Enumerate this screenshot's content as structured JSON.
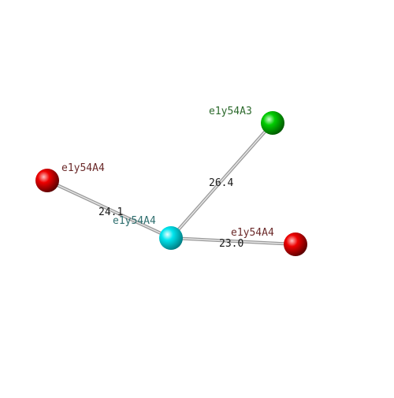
{
  "diagram": {
    "nodes": [
      {
        "id": "center",
        "label": "e1y54A4",
        "color": "#00e5ee",
        "label_color": "#2f6f6f"
      },
      {
        "id": "green",
        "label": "e1y54A3",
        "color": "#00cc00",
        "label_color": "#2d6a2d"
      },
      {
        "id": "red_left",
        "label": "e1y54A4",
        "color": "#ee0000",
        "label_color": "#6b2a2a"
      },
      {
        "id": "red_right",
        "label": "e1y54A4",
        "color": "#ee0000",
        "label_color": "#6b2a2a"
      }
    ],
    "edges": [
      {
        "from": "center",
        "to": "green",
        "distance": "26.4"
      },
      {
        "from": "center",
        "to": "red_left",
        "distance": "24.1"
      },
      {
        "from": "center",
        "to": "red_right",
        "distance": "23.0"
      }
    ]
  }
}
